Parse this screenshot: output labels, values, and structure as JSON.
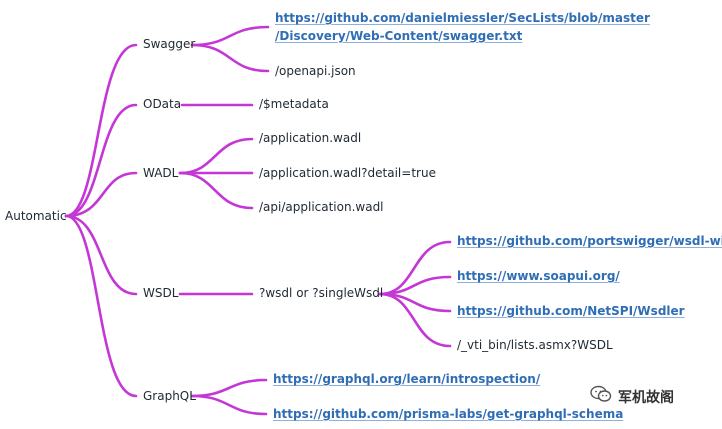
{
  "root": {
    "label": "Automatic"
  },
  "branches": {
    "swagger": {
      "label": "Swagger",
      "children": {
        "link_line1": "https://github.com/danielmiessler/SecLists/blob/master",
        "link_line2": "/Discovery/Web-Content/swagger.txt",
        "openapi": "/openapi.json"
      }
    },
    "odata": {
      "label": "OData",
      "children": {
        "metadata": "/$metadata"
      }
    },
    "wadl": {
      "label": "WADL",
      "children": {
        "app": "/application.wadl",
        "app_detail": "/application.wadl?detail=true",
        "api_app": "/api/application.wadl"
      }
    },
    "wsdl": {
      "label": "WSDL",
      "middle": "?wsdl or ?singleWsdl",
      "children": {
        "wizard": "https://github.com/portswigger/wsdl-wizard",
        "soapui": "https://www.soapui.org/",
        "wsdler": "https://github.com/NetSPI/Wsdler",
        "vti": "/_vti_bin/lists.asmx?WSDL"
      }
    },
    "graphql": {
      "label": "GraphQL",
      "children": {
        "introspection": "https://graphql.org/learn/introspection/",
        "get_schema": "https://github.com/prisma-labs/get-graphql-schema"
      }
    }
  },
  "watermark": {
    "text": "军机故阁",
    "icon": "wechat-icon"
  },
  "colors": {
    "edge": "#c437d6",
    "link": "#2f6db5",
    "text": "#1f2933"
  }
}
